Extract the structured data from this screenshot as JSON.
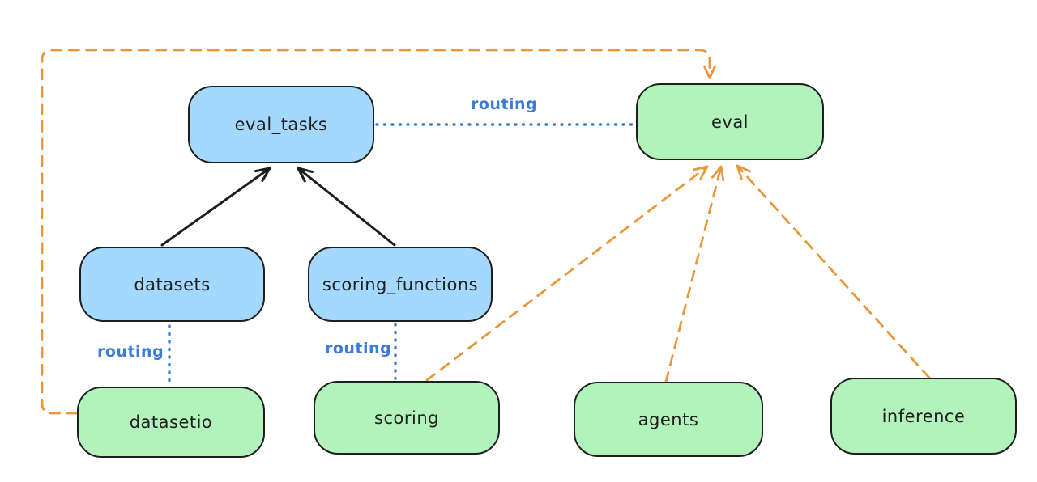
{
  "diagram": {
    "background": "#ffffff",
    "routing_label": "routing",
    "nodes": [
      {
        "id": "eval_tasks",
        "label": "eval_tasks",
        "type": "api"
      },
      {
        "id": "eval",
        "label": "eval",
        "type": "provider"
      },
      {
        "id": "datasets",
        "label": "datasets",
        "type": "api"
      },
      {
        "id": "scoring_functions",
        "label": "scoring_functions",
        "type": "api"
      },
      {
        "id": "datasetio",
        "label": "datasetio",
        "type": "provider"
      },
      {
        "id": "scoring",
        "label": "scoring",
        "type": "provider"
      },
      {
        "id": "agents",
        "label": "agents",
        "type": "provider"
      },
      {
        "id": "inference",
        "label": "inference",
        "type": "provider"
      }
    ],
    "edges": [
      {
        "from": "datasets",
        "to": "eval_tasks",
        "style": "solid-arrow",
        "color": "#1e1e1e"
      },
      {
        "from": "scoring_functions",
        "to": "eval_tasks",
        "style": "solid-arrow",
        "color": "#1e1e1e"
      },
      {
        "from": "eval_tasks",
        "to": "eval",
        "style": "dotted",
        "label": "routing",
        "color": "#3b7cd4"
      },
      {
        "from": "datasets",
        "to": "datasetio",
        "style": "dotted",
        "label": "routing",
        "color": "#3b7cd4"
      },
      {
        "from": "scoring_functions",
        "to": "scoring",
        "style": "dotted",
        "label": "routing",
        "color": "#3b7cd4"
      },
      {
        "from": "datasetio",
        "to": "eval",
        "style": "dashed-arrow",
        "color": "#e8973a"
      },
      {
        "from": "scoring",
        "to": "eval",
        "style": "dashed-arrow",
        "color": "#e8973a"
      },
      {
        "from": "agents",
        "to": "eval",
        "style": "dashed-arrow",
        "color": "#e8973a"
      },
      {
        "from": "inference",
        "to": "eval",
        "style": "dashed-arrow",
        "color": "#e8973a"
      }
    ],
    "colors": {
      "api_fill": "#a5d8ff",
      "provider_fill": "#b2f2bb",
      "stroke": "#1e1e1e",
      "routing": "#3b7cd4",
      "dashed": "#e8973a"
    }
  }
}
